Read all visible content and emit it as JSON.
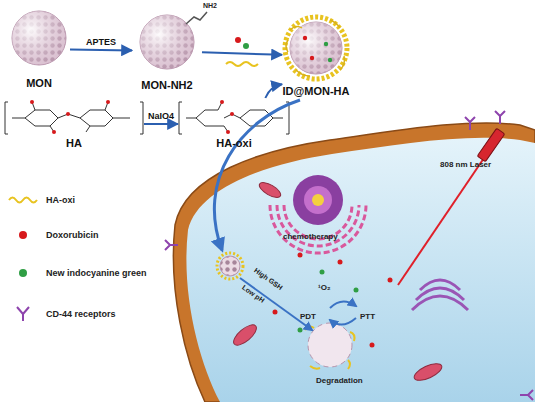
{
  "diagram": {
    "nodes": [
      {
        "text": [
          "MON"
        ]
      },
      {
        "text": [
          "MON-NH2"
        ]
      },
      {
        "text": [
          "ID@MON-HA"
        ]
      },
      {
        "text": [
          "HA"
        ]
      },
      {
        "text": [
          "HA-oxi"
        ]
      }
    ],
    "edges": [
      {
        "from": 0,
        "to": 1,
        "label": "APTES",
        "arrow": "to"
      },
      {
        "from": 1,
        "to": 2,
        "arrow": "to"
      },
      {
        "from": 3,
        "to": 4,
        "label": "NaIO4",
        "arrow": "to"
      },
      {
        "from": 4,
        "to": 2,
        "arrow": "to"
      }
    ],
    "labels": [
      "NH2",
      "chemotherapy",
      "808 nm Laser",
      "¹O₂",
      "PDT",
      "PTT",
      "High GSH",
      "Low pH",
      "Degradation"
    ],
    "legend": [
      {
        "text": "HA-oxi"
      },
      {
        "text": "Doxorubicin",
        "color": "#d7191c"
      },
      {
        "text": "New indocyanine green",
        "color": "#2f9e44"
      },
      {
        "text": "CD-44 receptors"
      }
    ]
  }
}
